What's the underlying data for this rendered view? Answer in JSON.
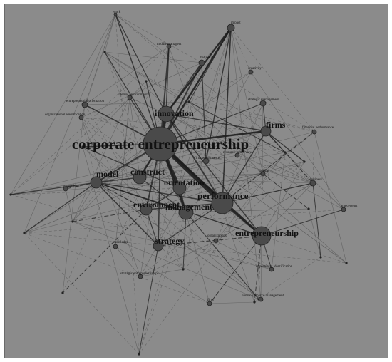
{
  "graph": {
    "background": "#8b8b8b",
    "node_color": "#4a4a4a",
    "edge_color": "#1e1e1e",
    "nodes": [
      {
        "id": "corporate-entrepreneurship",
        "label": "corporate entrepreneurship"
      },
      {
        "id": "innovation",
        "label": "innovation"
      },
      {
        "id": "performance",
        "label": "performance"
      },
      {
        "id": "entrepreneurship",
        "label": "entrepreneurship"
      },
      {
        "id": "model",
        "label": "model"
      },
      {
        "id": "construct",
        "label": "construct"
      },
      {
        "id": "orientation",
        "label": "orientation"
      },
      {
        "id": "environment",
        "label": "environment"
      },
      {
        "id": "management",
        "label": "management"
      },
      {
        "id": "strategy",
        "label": "strategy"
      },
      {
        "id": "firms",
        "label": "firms"
      },
      {
        "id": "work",
        "label": "work"
      },
      {
        "id": "impact",
        "label": "impact"
      },
      {
        "id": "middle-managers",
        "label": "middle managers"
      },
      {
        "id": "behavior",
        "label": "behavior"
      },
      {
        "id": "creativity",
        "label": "creativity"
      },
      {
        "id": "internal-environment",
        "label": "internal environment"
      },
      {
        "id": "entrepreneurial-orientation",
        "label": "entrepreneurial orientation"
      },
      {
        "id": "strategic-management",
        "label": "strategic management"
      },
      {
        "id": "organizational-identification",
        "label": "organizational identification"
      },
      {
        "id": "financial-performance",
        "label": "financial performance"
      },
      {
        "id": "resource-based-view",
        "label": "resource-based view"
      },
      {
        "id": "firm-performance",
        "label": "firm performance"
      },
      {
        "id": "linking",
        "label": "linking"
      },
      {
        "id": "business",
        "label": "business"
      },
      {
        "id": "suggestions",
        "label": "suggestions"
      },
      {
        "id": "antecedents",
        "label": "antecedents"
      },
      {
        "id": "knowledge",
        "label": "knowledge"
      },
      {
        "id": "organizations",
        "label": "organizations"
      },
      {
        "id": "opportunity-identification",
        "label": "opportunity identification"
      },
      {
        "id": "strategic-entrepreneurship",
        "label": "strategic entrepreneurship"
      },
      {
        "id": "human-resource-management",
        "label": "human-resource management"
      },
      {
        "id": "firm",
        "label": "firm"
      }
    ]
  }
}
